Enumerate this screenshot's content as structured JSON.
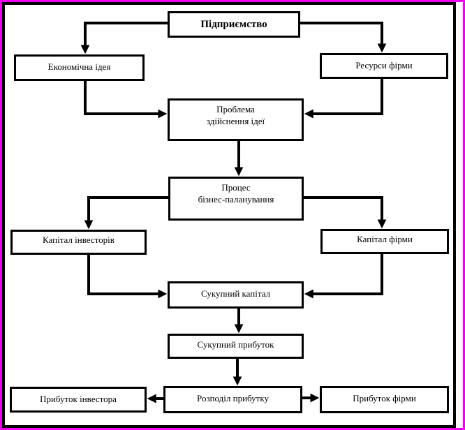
{
  "diagram": {
    "nodes": {
      "enterprise": {
        "label": "Підприємство"
      },
      "economic_idea": {
        "label": "Економічна ідея"
      },
      "firm_resources": {
        "label": "Ресурси фірми"
      },
      "problem": {
        "line1": "Проблема",
        "line2": "здійснення ідеї"
      },
      "process": {
        "line1": "Процес",
        "line2": "бізнес-паланування"
      },
      "investors_capital": {
        "label": "Капітал інвесторів"
      },
      "firm_capital": {
        "label": "Капітал фірми"
      },
      "total_capital": {
        "label": "Сукупний капітал"
      },
      "total_profit": {
        "label": "Сукупний прибуток"
      },
      "investor_profit": {
        "label": "Прибуток інвестора"
      },
      "profit_distribution": {
        "label": "Розподіл прибутку"
      },
      "firm_profit": {
        "label": "Прибуток фірми"
      }
    },
    "edges": [
      {
        "from": "enterprise",
        "to": "economic_idea"
      },
      {
        "from": "enterprise",
        "to": "firm_resources"
      },
      {
        "from": "economic_idea",
        "to": "problem"
      },
      {
        "from": "firm_resources",
        "to": "problem"
      },
      {
        "from": "problem",
        "to": "process"
      },
      {
        "from": "process",
        "to": "investors_capital"
      },
      {
        "from": "process",
        "to": "firm_capital"
      },
      {
        "from": "investors_capital",
        "to": "total_capital"
      },
      {
        "from": "firm_capital",
        "to": "total_capital"
      },
      {
        "from": "total_capital",
        "to": "total_profit"
      },
      {
        "from": "total_profit",
        "to": "profit_distribution"
      },
      {
        "from": "profit_distribution",
        "to": "investor_profit"
      },
      {
        "from": "profit_distribution",
        "to": "firm_profit"
      }
    ],
    "colors": {
      "page_border": "#f000f0",
      "frame": "#000000",
      "box_border": "#000000",
      "background": "#ffffff",
      "text": "#000000"
    }
  }
}
